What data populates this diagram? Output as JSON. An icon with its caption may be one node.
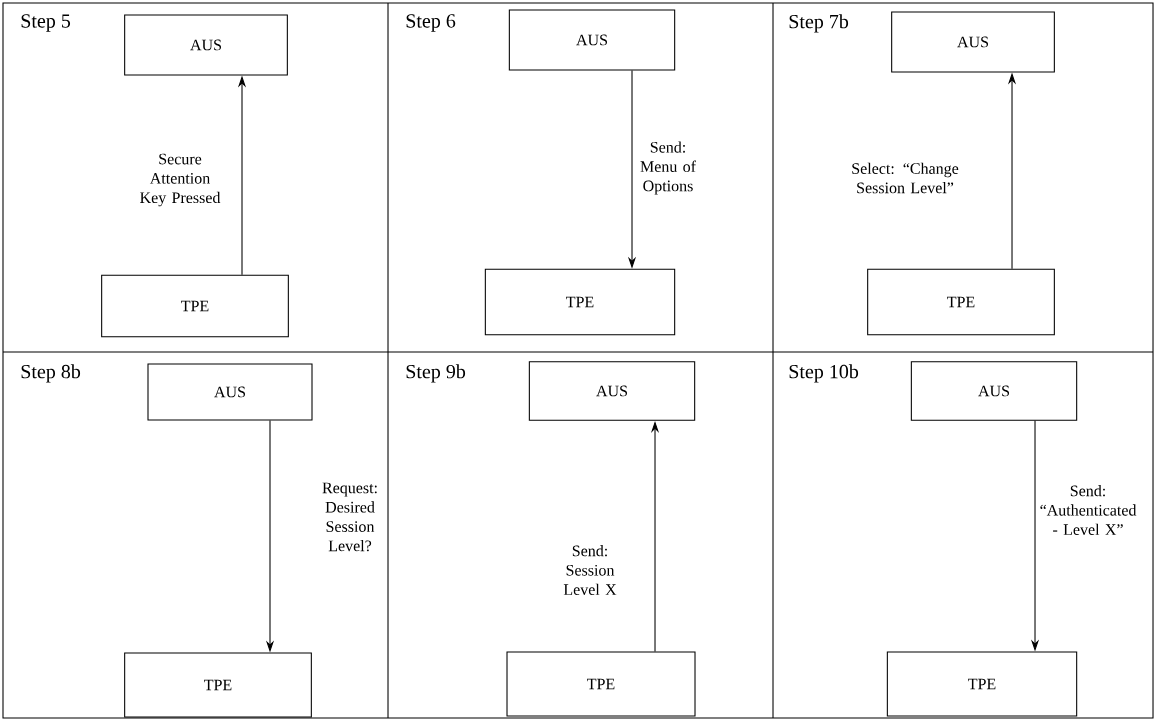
{
  "diagram": {
    "nodes": [
      {
        "text": [
          "AUS"
        ]
      },
      {
        "text": [
          "TPE"
        ]
      },
      {
        "text": [
          "AUS"
        ]
      },
      {
        "text": [
          "TPE"
        ]
      },
      {
        "text": [
          "AUS"
        ]
      },
      {
        "text": [
          "TPE"
        ]
      },
      {
        "text": [
          "AUS"
        ]
      },
      {
        "text": [
          "TPE"
        ]
      },
      {
        "text": [
          "AUS"
        ]
      },
      {
        "text": [
          "TPE"
        ]
      },
      {
        "text": [
          "AUS"
        ]
      },
      {
        "text": [
          "TPE"
        ]
      }
    ],
    "edges": [
      {
        "from": 1,
        "to": 0,
        "arrow": "to",
        "label": "Secure Attention Key Pressed"
      },
      {
        "from": 2,
        "to": 3,
        "arrow": "to",
        "label": "Send: Menu of Options"
      },
      {
        "from": 5,
        "to": 4,
        "arrow": "to",
        "label": "Select: “Change Session Level”"
      },
      {
        "from": 6,
        "to": 7,
        "arrow": "to",
        "label": "Request: Desired Session Level?"
      },
      {
        "from": 9,
        "to": 8,
        "arrow": "to",
        "label": "Send: Session Level X"
      },
      {
        "from": 10,
        "to": 11,
        "arrow": "to",
        "label": "Send: “Authenticated - Level X”"
      }
    ],
    "labels": [
      "Step 5",
      "Step 6",
      "Step 7b",
      "Step 8b",
      "Step 9b",
      "Step 10b"
    ]
  }
}
